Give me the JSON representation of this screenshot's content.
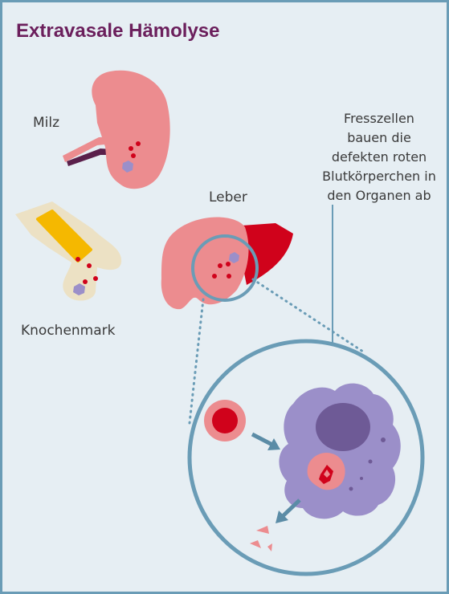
{
  "title": "Extravasale Hämolyse",
  "labels": {
    "spleen": "Milz",
    "liver": "Leber",
    "bone_marrow": "Knochenmark"
  },
  "callout_lines": [
    "Fresszellen",
    "bauen die",
    "defekten roten",
    "Blutkörperchen in",
    "den Organen ab"
  ],
  "colors": {
    "title": "#6b1f5c",
    "border": "#6a9cb6",
    "background": "#e6eef3",
    "organ_pink": "#ec8c8f",
    "blood_red": "#d0021b",
    "macrophage": "#9b8fc9",
    "marrow_yellow": "#f5b800",
    "bone": "#ece1c4",
    "vessel": "#5a1f4a"
  },
  "icons": [
    "spleen",
    "liver",
    "bone-marrow",
    "magnifier-circle",
    "red-blood-cell",
    "macrophage",
    "arrow"
  ]
}
